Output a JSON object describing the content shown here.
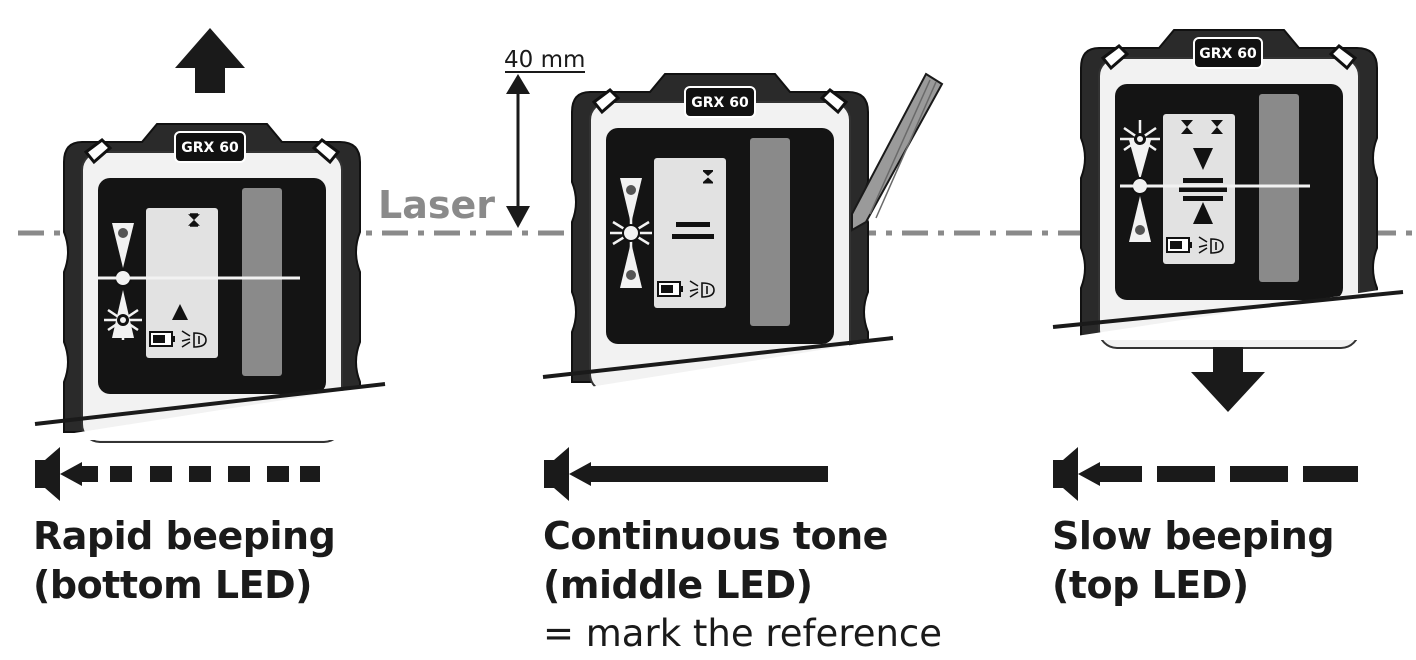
{
  "laser_label": "Laser",
  "measure": {
    "label": "40 mm"
  },
  "device_model": "GRX 60",
  "panels": [
    {
      "name": "left",
      "line1": "Rapid beeping",
      "line2": "(bottom LED)",
      "sound_pattern": "rapid",
      "level_arrow": "up",
      "active_led": "bottom"
    },
    {
      "name": "center",
      "line1": "Continuous tone",
      "line2": "(middle LED)",
      "note": "= mark the reference",
      "sound_pattern": "continuous",
      "active_led": "middle"
    },
    {
      "name": "right",
      "line1": "Slow beeping",
      "line2": "(top LED)",
      "sound_pattern": "slow",
      "level_arrow": "down",
      "active_led": "top"
    }
  ],
  "colors": {
    "laser": "#8a8a8a",
    "ink": "#1a1a1a",
    "device_body": "#2a2a2a",
    "screen": "#141414",
    "lcd": "#e2e2e2",
    "photocell": "#8a8a8a"
  },
  "icons": [
    "speaker-icon",
    "arrow-up-icon",
    "arrow-down-icon",
    "pencil-icon",
    "battery-icon",
    "sound-icon"
  ]
}
